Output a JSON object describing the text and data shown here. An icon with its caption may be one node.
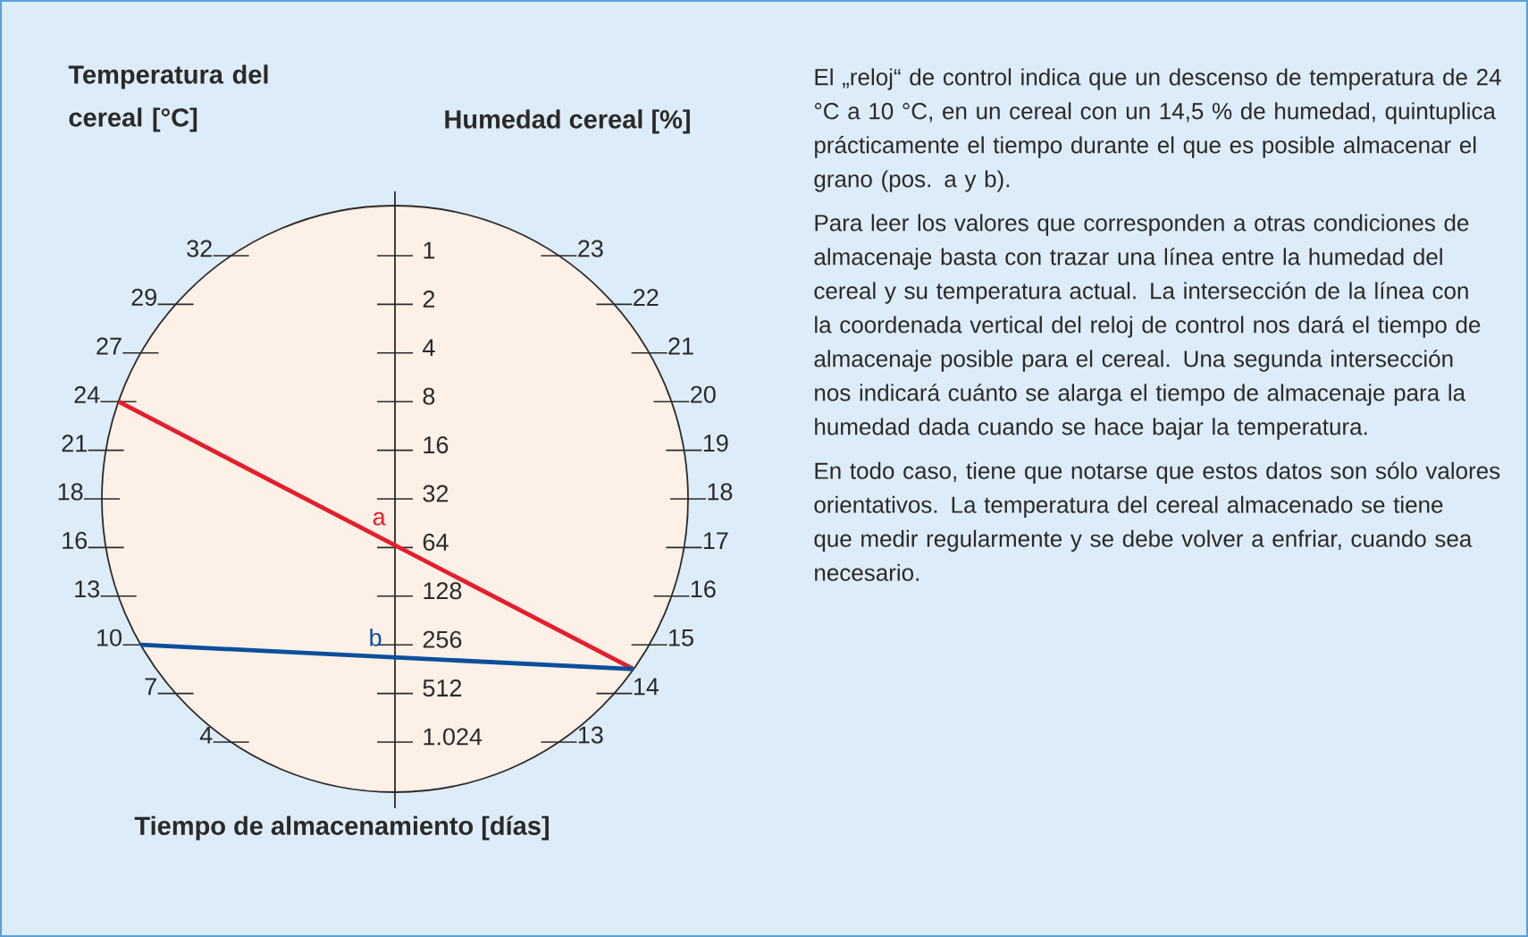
{
  "diagram": {
    "labels": [
      "Temperatura del cereal [°C]",
      "Humedad cereal [%]",
      "El „reloj“ de control indica que un descenso de temperatura de 24 °C a 10 °C, en un cereal con un 14,5 % de humedad, quintuplica prácticamente el tiempo durante el que es posible almacenar el grano (pos. a y b).",
      "Para leer los valores que corresponden a otras condiciones de almacenaje basta con trazar una línea entre la humedad del cereal y su temperatura actual. La intersección de la línea con la coordenada vertical del reloj de control nos dará el tiempo de almacenaje posible para el cereal. Una segunda intersección nos indicará cuánto se alarga el tiempo de almacenaje para la humedad dada cuando se hace bajar la temperatura.",
      "En todo caso, tiene que notarse que estos datos son sólo valores orientativos. La temperatura del cereal almacenado se tiene que medir regularmente y se debe volver a enfriar, cuando sea necesario.",
      "32",
      "29",
      "27",
      "24",
      "21",
      "18",
      "16",
      "13",
      "10",
      "7",
      "4",
      "1",
      "2",
      "4",
      "8",
      "16",
      "32",
      "64",
      "128",
      "256",
      "512",
      "1.024",
      "23",
      "22",
      "21",
      "20",
      "19",
      "18",
      "17",
      "16",
      "15",
      "14",
      "13",
      "a",
      "b",
      "Tiempo de almacenamiento [días]"
    ]
  }
}
